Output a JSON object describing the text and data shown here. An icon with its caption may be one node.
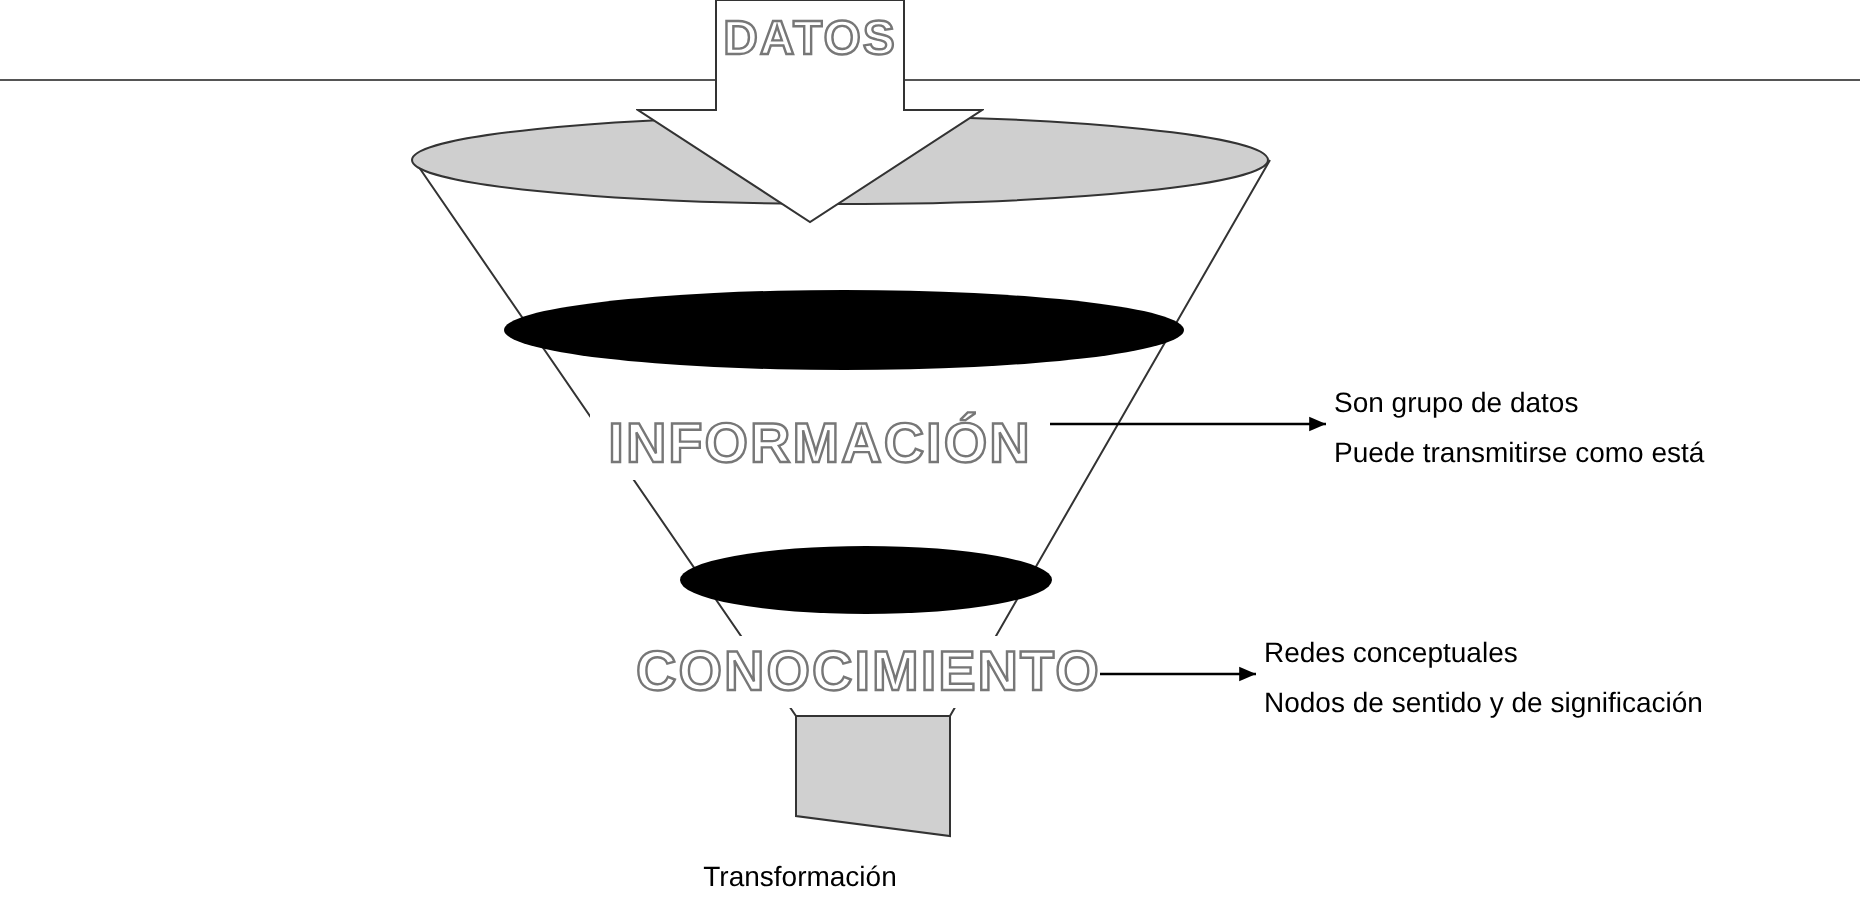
{
  "diagram": {
    "nodes": [
      {
        "text": [
          "DATOS"
        ]
      },
      {
        "text": [
          "INFORMACIÓN"
        ]
      },
      {
        "text": [
          "CONOCIMIENTO"
        ]
      },
      {
        "text": [
          "Son grupo de datos",
          "Puede transmitirse como está"
        ]
      },
      {
        "text": [
          "Redes conceptuales",
          "Nodos de sentido y de significación"
        ]
      }
    ],
    "edges": [
      {
        "from": 1,
        "to": 3,
        "arrow": "to"
      },
      {
        "from": 2,
        "to": 4,
        "arrow": "to"
      }
    ],
    "labels": [
      "Transformación"
    ]
  }
}
